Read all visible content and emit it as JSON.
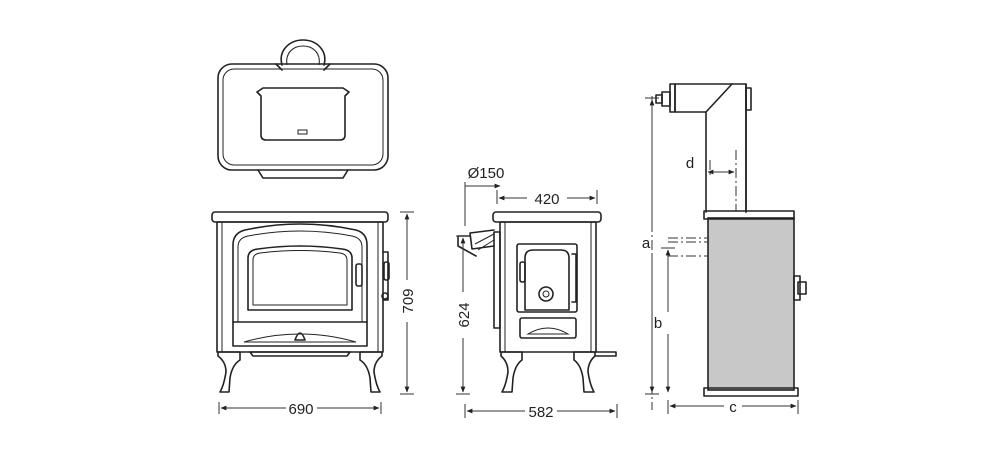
{
  "diagram": {
    "dimensions": {
      "front_width": "690",
      "front_height": "709",
      "side_width": "582",
      "side_height": "624",
      "flue_diameter": "Ø150",
      "top_width": "420",
      "install_a": "a",
      "install_b": "b",
      "install_c": "c",
      "install_d": "d"
    },
    "colors": {
      "line": "#222222",
      "panel_fill": "#c8c8c8"
    }
  }
}
